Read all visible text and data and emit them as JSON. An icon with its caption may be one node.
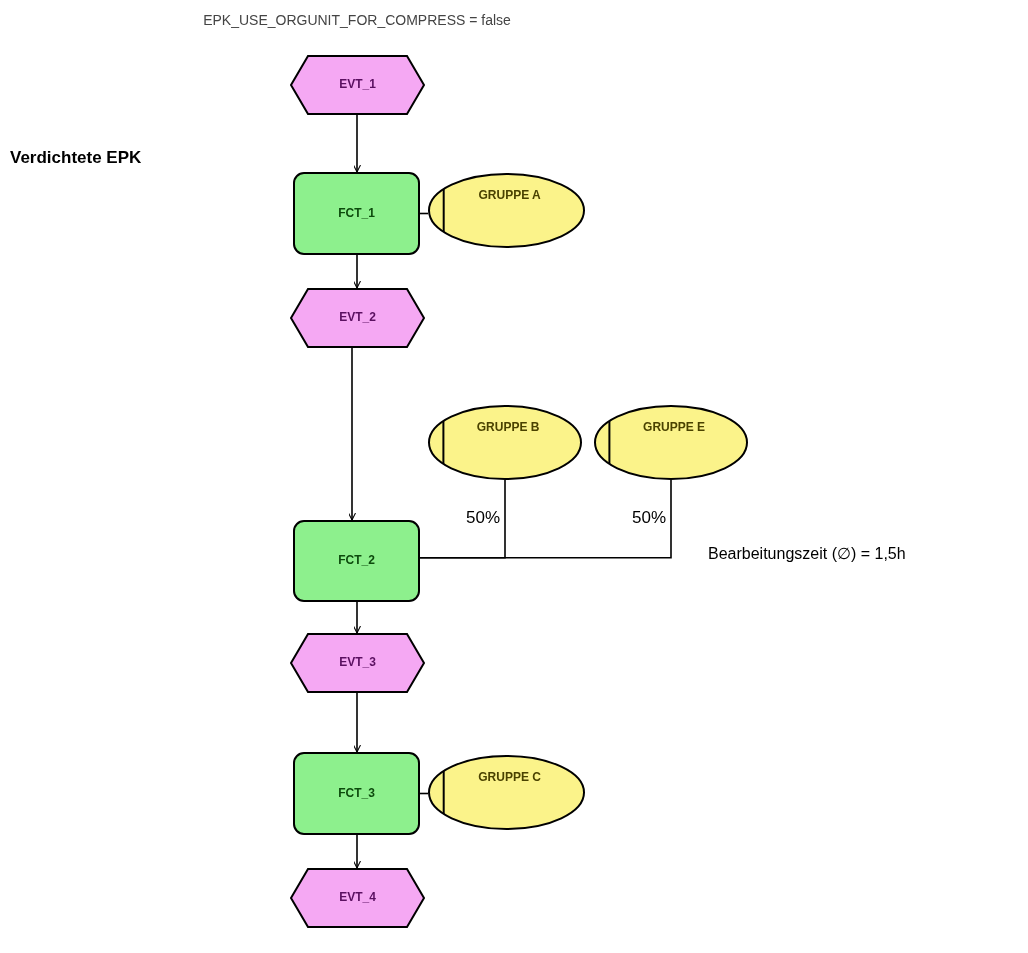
{
  "diagram": {
    "title": "EPK_USE_ORGUNIT_FOR_COMPRESS = false",
    "nodes": [
      {
        "text": [
          "EVT_1"
        ]
      },
      {
        "text": [
          "FCT_1"
        ]
      },
      {
        "text": [
          "GRUPPE A"
        ]
      },
      {
        "text": [
          "EVT_2"
        ]
      },
      {
        "text": [
          "GRUPPE B"
        ]
      },
      {
        "text": [
          "GRUPPE E"
        ]
      },
      {
        "text": [
          "FCT_2"
        ]
      },
      {
        "text": [
          "EVT_3"
        ]
      },
      {
        "text": [
          "FCT_3"
        ]
      },
      {
        "text": [
          "GRUPPE C"
        ]
      },
      {
        "text": [
          "EVT_4"
        ]
      }
    ],
    "edges": [
      {
        "from": 0,
        "to": 1,
        "arrow": "to"
      },
      {
        "from": 1,
        "to": 2,
        "arrow": "none"
      },
      {
        "from": 1,
        "to": 3,
        "arrow": "to"
      },
      {
        "from": 3,
        "to": 6,
        "arrow": "to"
      },
      {
        "from": 6,
        "to": 4,
        "arrow": "none",
        "label": "50%"
      },
      {
        "from": 6,
        "to": 5,
        "arrow": "none",
        "label": "50%"
      },
      {
        "from": 6,
        "to": 7,
        "arrow": "to"
      },
      {
        "from": 7,
        "to": 8,
        "arrow": "to"
      },
      {
        "from": 8,
        "to": 9,
        "arrow": "none"
      },
      {
        "from": 8,
        "to": 10,
        "arrow": "to"
      }
    ],
    "labels": [
      "Verdichtete EPK",
      "Bearbeitungszeit (∅) = 1,5h"
    ]
  }
}
